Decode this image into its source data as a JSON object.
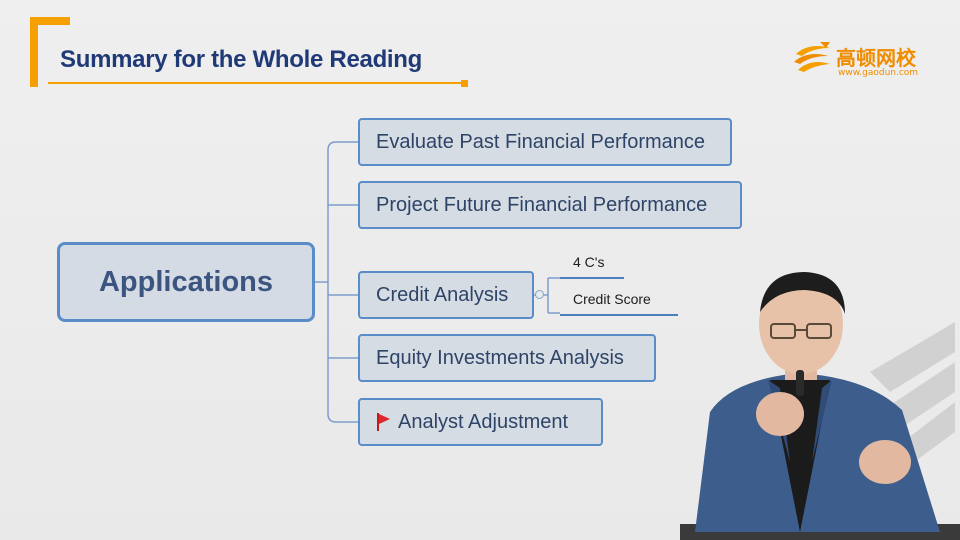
{
  "header": {
    "title": "Summary for the Whole Reading",
    "accent_color": "#f5a000",
    "title_color": "#1f3a77"
  },
  "logo": {
    "name": "高顿网校",
    "url": "www.gaodun.com",
    "color": "#f08c00",
    "icon": "gaodun-logo-icon"
  },
  "mindmap": {
    "root": "Applications",
    "branches": [
      {
        "label": "Evaluate Past Financial Performance"
      },
      {
        "label": "Project Future Financial Performance"
      },
      {
        "label": "Credit Analysis",
        "children": [
          "4 C's",
          "Credit Score"
        ]
      },
      {
        "label": "Equity Investments Analysis"
      },
      {
        "label": "Analyst Adjustment",
        "icon": "red-flag-icon"
      }
    ],
    "border_color": "#5a8cc8",
    "fill_color": "#d6dce4"
  },
  "presenter": {
    "icon": "presenter-video-icon"
  }
}
